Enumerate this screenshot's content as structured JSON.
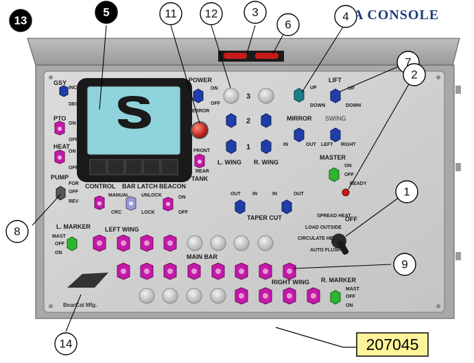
{
  "title": "A CONSOLE",
  "part_number": "207045",
  "logo_text": "BearCat Mfg.",
  "callouts": [
    "13",
    "5",
    "11",
    "12",
    "3",
    "6",
    "4",
    "7",
    "2",
    "1",
    "8",
    "9",
    "14"
  ],
  "labels": {
    "gsy": "GSY",
    "inc": "INC",
    "dec": "DEC",
    "pto": "PTO",
    "on": "ON",
    "off": "OFF",
    "heat": "HEAT",
    "pump": "PUMP",
    "for": "FOR",
    "rev": "REV",
    "control": "CONTROL",
    "manual": "MANUAL",
    "crc": "CRC",
    "bar_latch": "BAR LATCH",
    "unlock": "UNLOCK",
    "lock": "LOCK",
    "beacon": "BEACON",
    "power": "POWER",
    "error": "ERROR",
    "front": "FRONT",
    "rear": "REAR",
    "tank": "TANK",
    "n3": "3",
    "n2": "2",
    "n1": "1",
    "l_wing": "L. WING",
    "r_wing": "R. WING",
    "mirror": "MIRROR",
    "swing": "SWING",
    "in": "IN",
    "out": "OUT",
    "left": "LEFT",
    "right": "RIGHT",
    "lift": "LIFT",
    "up": "UP",
    "down": "DOWN",
    "master": "MASTER",
    "ready": "READY",
    "taper_cut": "TAPER CUT",
    "spread_heat": "SPREAD HEAT",
    "load_outside": "LOAD OUTSIDE",
    "circulate_heat": "CIRCULATE HEAT",
    "auto_flush": "AUTO FLUSH",
    "l_marker": "L. MARKER",
    "r_marker": "R. MARKER",
    "mast": "MAST",
    "left_wing": "LEFT WING",
    "main_bar": "MAIN BAR",
    "right_wing": "RIGHT WING"
  },
  "colors": {
    "panel": "#cfcfcf",
    "panel_dark": "#8c8c8c",
    "switch_blue": "#1f3fa8",
    "switch_magenta": "#c41aa8",
    "switch_green": "#2fb52f",
    "switch_teal": "#1d7f86",
    "screen": "#8fd3dc",
    "led_red": "#d01818",
    "tag_fill": "#fff39a"
  }
}
